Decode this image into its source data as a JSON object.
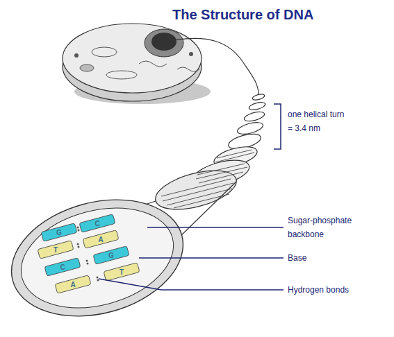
{
  "diagram": {
    "title": "The Structure of DNA",
    "labels": [
      "one helical turn = 3.4 nm",
      "Sugar-phosphate backbone",
      "Base",
      "Hydrogen bonds",
      "G",
      "C",
      "T",
      "A",
      "C",
      "G",
      "A",
      "T"
    ]
  }
}
